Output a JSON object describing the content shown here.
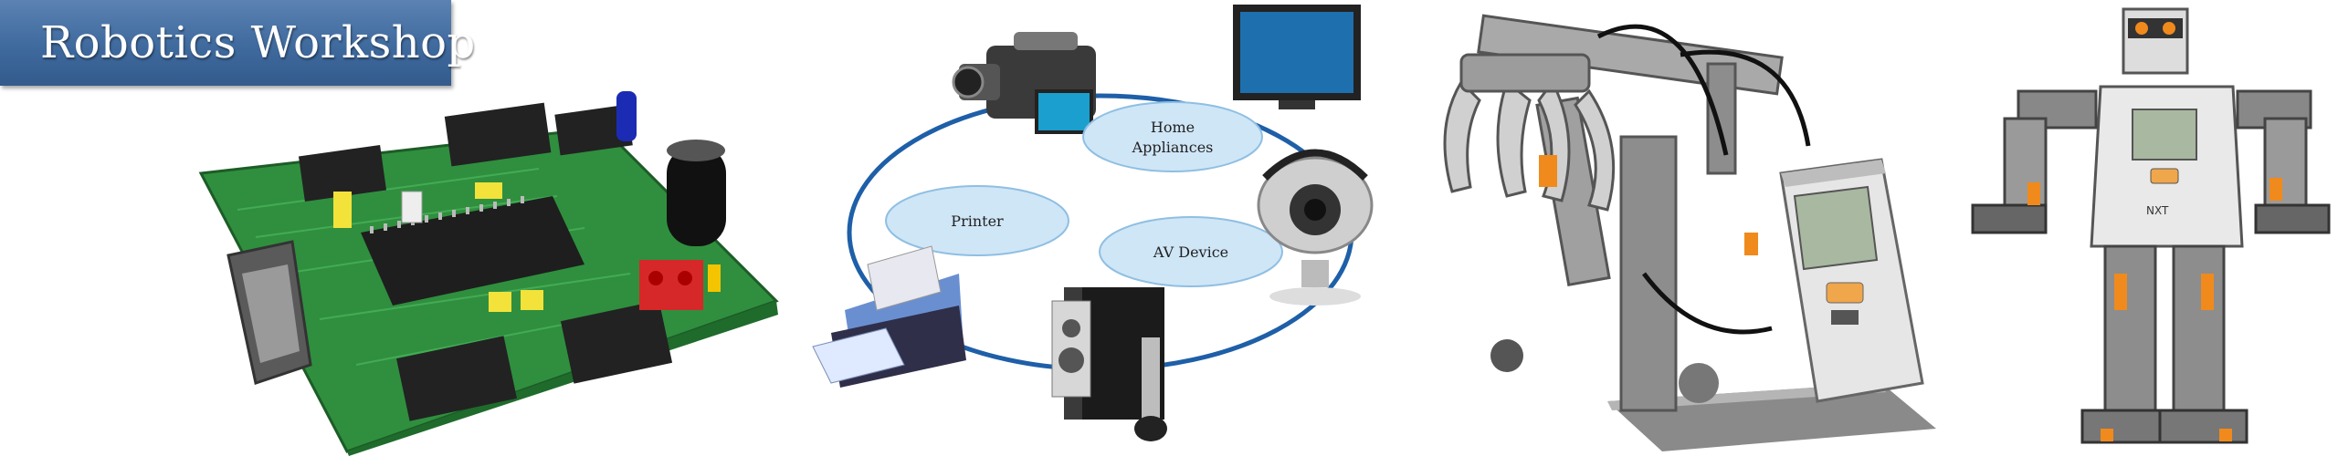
{
  "header": {
    "title": "Robotics Workshop"
  },
  "network": {
    "labels": {
      "home_appliances_line1": "Home",
      "home_appliances_line2": "Appliances",
      "printer": "Printer",
      "av_device": "AV Device"
    }
  },
  "icons": {
    "board": "microcontroller-board-icon",
    "camcorder": "camcorder-icon",
    "monitor": "monitor-icon",
    "webcam": "webcam-icon",
    "printer": "printer-icon",
    "speakers": "speaker-system-icon",
    "arm": "robotic-arm-icon",
    "robot": "humanoid-robot-icon"
  },
  "colors": {
    "title_bg": "#3f6a9e",
    "bubble": "#cfe6f7",
    "network_line": "#1e5fa8",
    "pcb": "#2f8f3e"
  }
}
